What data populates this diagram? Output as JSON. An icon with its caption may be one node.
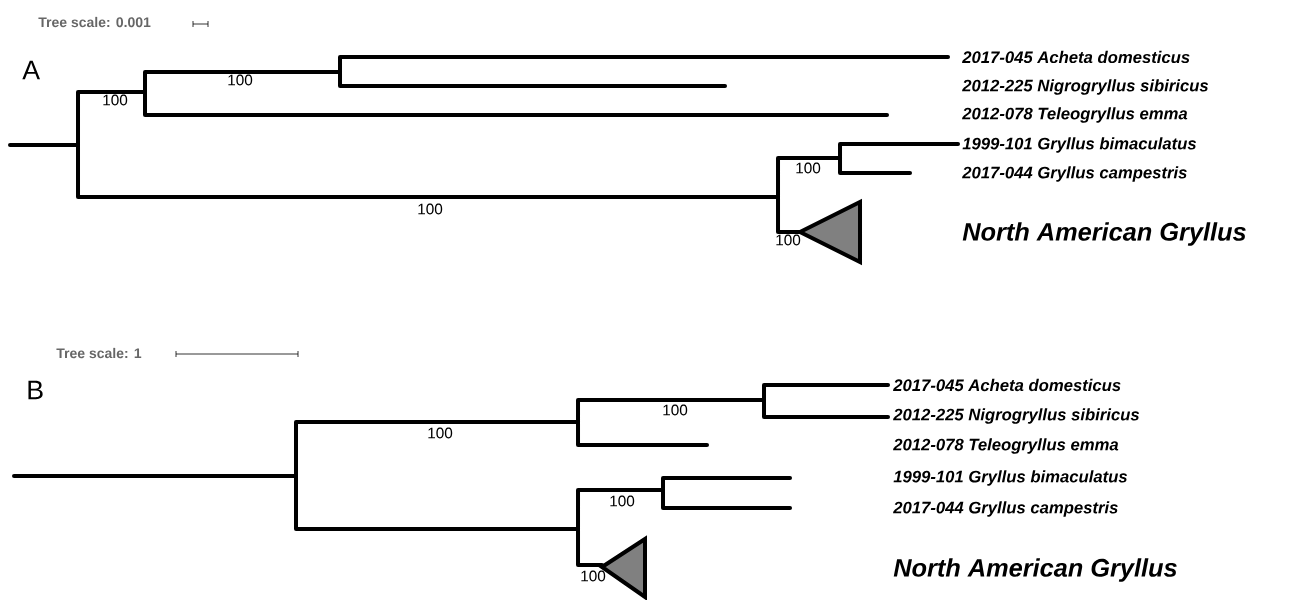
{
  "diagram": {
    "labels": [
      "Tree scale: 0.001",
      "A",
      "2017-045 Acheta domesticus",
      "100",
      "2012-225 Nigrogryllus sibiricus",
      "100",
      "2012-078 Teleogryllus emma",
      "1999-101 Gryllus bimaculatus",
      "100",
      "2017-044 Gryllus campestris",
      "100",
      "North American Gryllus",
      "100",
      "Tree scale: 1",
      "B",
      "2017-045 Acheta domesticus",
      "100",
      "2012-225 Nigrogryllus sibiricus",
      "100",
      "2012-078 Teleogryllus emma",
      "1999-101 Gryllus bimaculatus",
      "100",
      "2017-044 Gryllus campestris",
      "North American Gryllus",
      "100"
    ]
  }
}
